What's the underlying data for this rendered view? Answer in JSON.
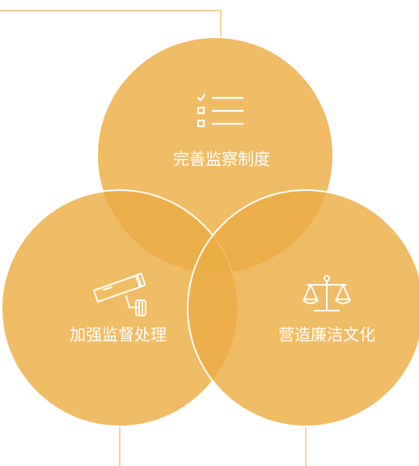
{
  "colors": {
    "circle_fill": "#ECAC43",
    "circle_opacity": 0.82,
    "circle_stroke": "#ffffff",
    "line": "#E8B85A",
    "label": "#ffffff"
  },
  "circles": [
    {
      "id": "top",
      "label": "完善监察制度",
      "icon": "checklist-icon"
    },
    {
      "id": "left",
      "label": "加强监督处理",
      "icon": "surveillance-camera-icon"
    },
    {
      "id": "right",
      "label": "营造廉洁文化",
      "icon": "balance-scale-icon"
    }
  ]
}
